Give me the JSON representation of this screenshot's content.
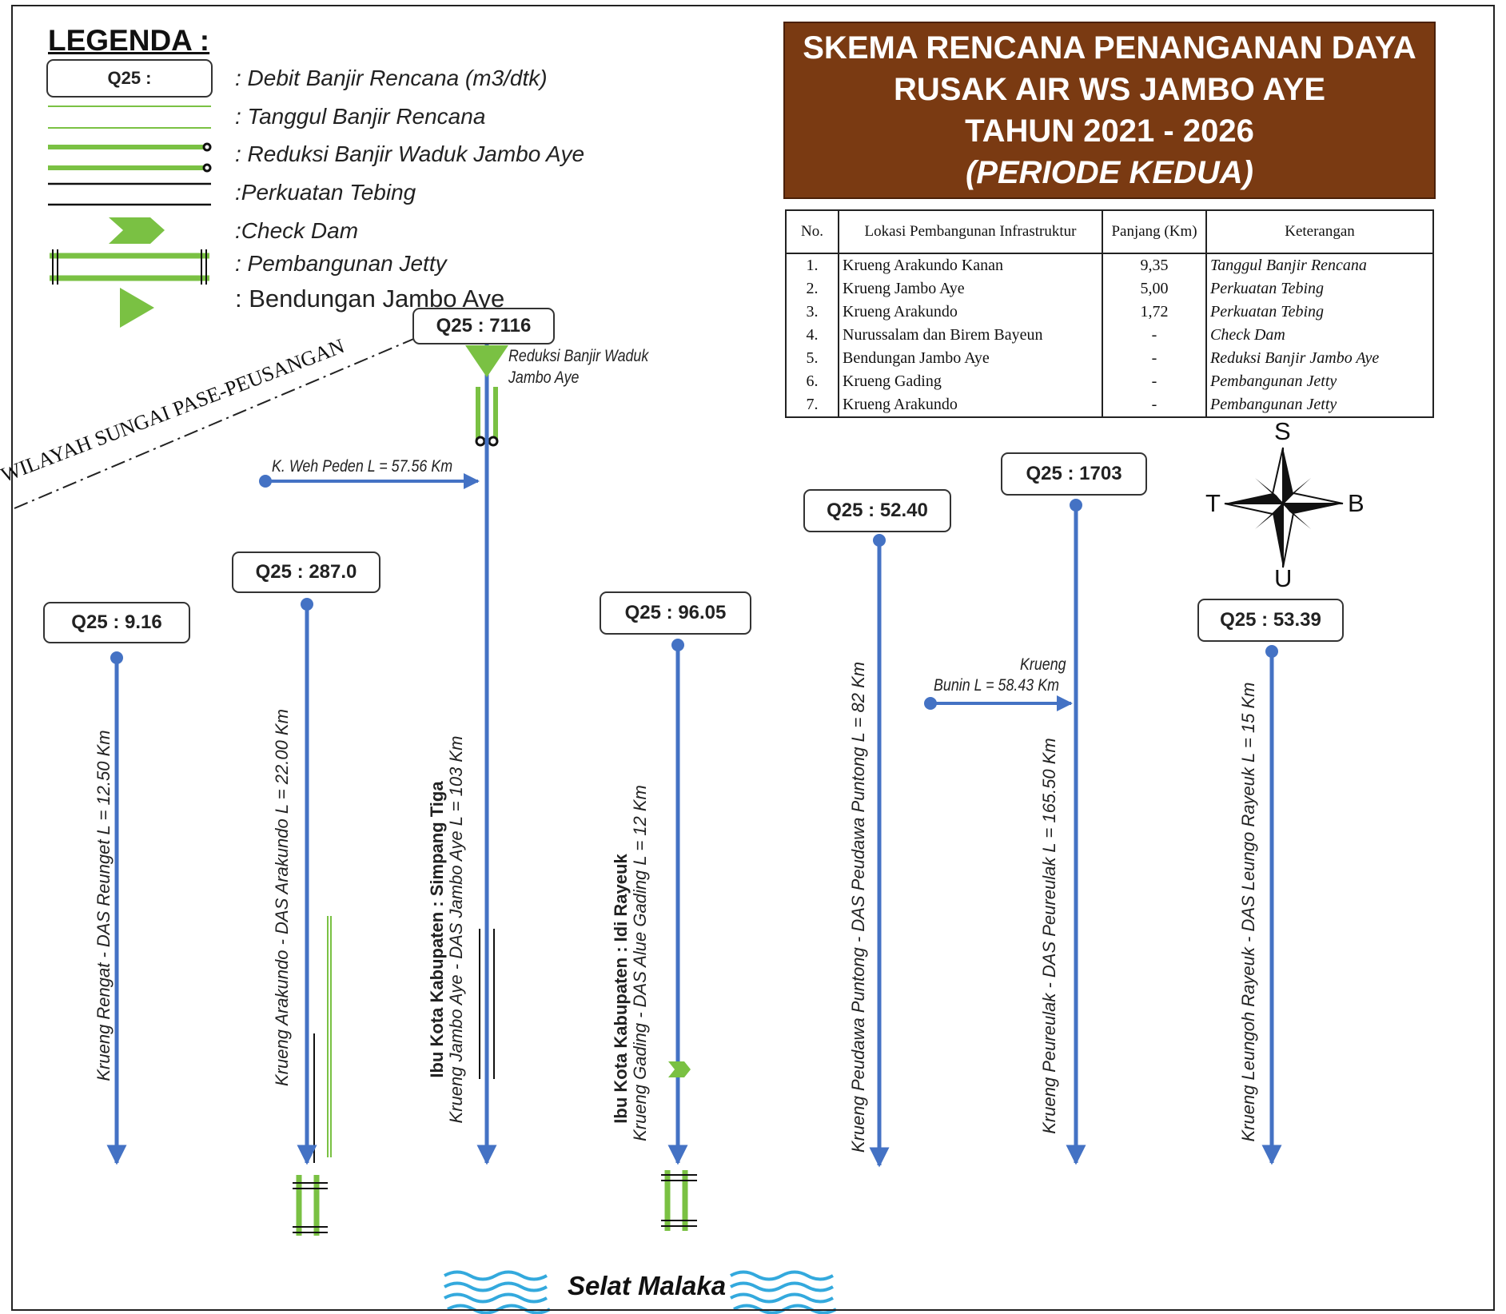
{
  "legend": {
    "title": "LEGENDA :",
    "q25_box": "Q25 :",
    "items": [
      ": Debit Banjir Rencana (m3/dtk)",
      ": Tanggul Banjir Rencana",
      ": Reduksi Banjir Waduk Jambo Aye",
      ":Perkuatan Tebing",
      ":Check Dam",
      ": Pembangunan Jetty",
      ": Bendungan Jambo Aye"
    ]
  },
  "title": {
    "line1": "SKEMA RENCANA PENANGANAN DAYA",
    "line2": "RUSAK AIR WS JAMBO AYE",
    "line3": "TAHUN 2021 - 2026",
    "line4": "(PERIODE KEDUA)"
  },
  "table": {
    "headers": [
      "No.",
      "Lokasi Pembangunan Infrastruktur",
      "Panjang (Km)",
      "Keterangan"
    ],
    "rows": [
      [
        "1.",
        "Krueng Arakundo Kanan",
        "9,35",
        "Tanggul Banjir Rencana"
      ],
      [
        "2.",
        "Krueng Jambo Aye",
        "5,00",
        "Perkuatan Tebing"
      ],
      [
        "3.",
        "Krueng Arakundo",
        "1,72",
        "Perkuatan Tebing"
      ],
      [
        "4.",
        "Nurussalam dan Birem Bayeun",
        "-",
        "Check Dam"
      ],
      [
        "5.",
        "Bendungan Jambo Aye",
        "-",
        "Reduksi Banjir Jambo Aye"
      ],
      [
        "6.",
        "Krueng Gading",
        "-",
        "Pembangunan Jetty"
      ],
      [
        "7.",
        "Krueng Arakundo",
        "-",
        "Pembangunan Jetty"
      ]
    ]
  },
  "rivers": {
    "reunget": {
      "q25": "Q25 : 9.16",
      "label": "Krueng Rengat - DAS Reunget  L = 12.50 Km"
    },
    "arakundo": {
      "q25": "Q25 : 287.0",
      "label": "Krueng Arakundo - DAS Arakundo  L = 22.00 Km"
    },
    "jamboaye": {
      "q25": "Q25 : 7116",
      "city": "Ibu Kota Kabupaten : Simpang Tiga",
      "label": "Krueng Jambo Aye - DAS Jambo Aye  L = 103 Km"
    },
    "gading": {
      "q25": "Q25 : 96.05",
      "city": "Ibu Kota Kabupaten : Idi Rayeuk",
      "label": "Krueng Gading - DAS Alue Gading  L = 12 Km"
    },
    "peudawa": {
      "q25": "Q25 : 52.40",
      "label": "Krueng Peudawa Puntong - DAS Peudawa Puntong  L = 82 Km"
    },
    "peureulak": {
      "q25": "Q25 : 1703",
      "label": "Krueng Peureulak - DAS Peureulak  L = 165.50 Km"
    },
    "leungoh": {
      "q25": "Q25 : 53.39",
      "label": "Krueng Leungoh Rayeuk - DAS Leungo Rayeuk  L = 15 Km"
    }
  },
  "tributaries": {
    "wehpeden": "K. Weh Peden L = 57.56 Km",
    "bunin_line1": "Krueng",
    "bunin_line2": "Bunin L = 58.43 Km"
  },
  "waduk_label_line1": "Reduksi Banjir Waduk",
  "waduk_label_line2": "Jambo Aye",
  "boundary_label": "WILAYAH SUNGAI PASE-PEUSANGAN",
  "sea_label": "Selat Malaka",
  "compass": {
    "north": "S",
    "south": "U",
    "west": "T",
    "east": "B"
  },
  "colors": {
    "river": "#4472c4",
    "green": "#7ac143",
    "title_bg": "#7a3a12",
    "water": "#33a9dd"
  }
}
